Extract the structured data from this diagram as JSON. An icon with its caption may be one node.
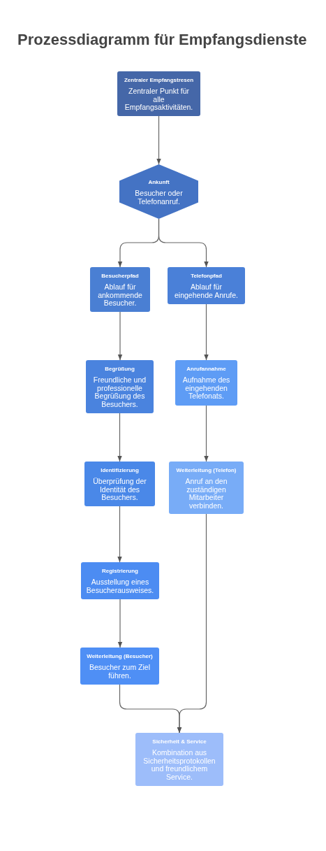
{
  "diagram": {
    "title": "Prozessdiagramm für Empfangsdienste",
    "nodes": [
      {
        "text": [
          "Zentraler Empfangstresen",
          "Zentraler Punkt für alle Empfangsaktivitäten."
        ]
      },
      {
        "text": [
          "Ankunft",
          "Besucher oder Telefonanruf."
        ]
      },
      {
        "text": [
          "Besucherpfad",
          "Ablauf für ankommende Besucher."
        ]
      },
      {
        "text": [
          "Telefonpfad",
          "Ablauf für eingehende Anrufe."
        ]
      },
      {
        "text": [
          "Begrüßung",
          "Freundliche und professionelle Begrüßung des Besuchers."
        ]
      },
      {
        "text": [
          "Anrufannahme",
          "Aufnahme des eingehenden Telefonats."
        ]
      },
      {
        "text": [
          "Identifizierung",
          "Überprüfung der Identität des Besuchers."
        ]
      },
      {
        "text": [
          "Weiterleitung (Telefon)",
          "Anruf an den zuständigen Mitarbeiter verbinden."
        ]
      },
      {
        "text": [
          "Registrierung",
          "Ausstellung eines Besucherausweises."
        ]
      },
      {
        "text": [
          "Weiterleitung (Besucher)",
          "Besucher zum Ziel führen."
        ]
      },
      {
        "text": [
          "Sicherheit & Service",
          "Kombination aus Sicherheitsprotokollen und freundlichem Service."
        ]
      }
    ],
    "edges": [
      {
        "from": 0,
        "to": 1,
        "arrow": "to"
      },
      {
        "from": 1,
        "to": 2,
        "arrow": "to"
      },
      {
        "from": 1,
        "to": 3,
        "arrow": "to"
      },
      {
        "from": 2,
        "to": 4,
        "arrow": "to"
      },
      {
        "from": 3,
        "to": 5,
        "arrow": "to"
      },
      {
        "from": 4,
        "to": 6,
        "arrow": "to"
      },
      {
        "from": 5,
        "to": 7,
        "arrow": "to"
      },
      {
        "from": 6,
        "to": 8,
        "arrow": "to"
      },
      {
        "from": 8,
        "to": 9,
        "arrow": "to"
      },
      {
        "from": 9,
        "to": 10,
        "arrow": "to"
      },
      {
        "from": 7,
        "to": 10,
        "arrow": "to"
      }
    ]
  }
}
